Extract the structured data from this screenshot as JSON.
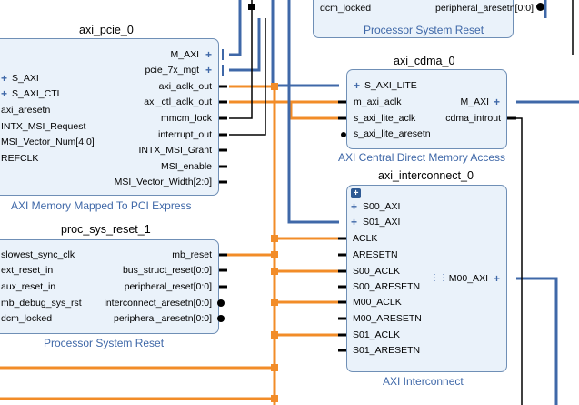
{
  "colors": {
    "block_fill": "#eaf2fa",
    "block_border": "#6f8fb6",
    "bus_wire": "#3f68a8",
    "clock_wire": "#f28c28",
    "net_wire": "#000000"
  },
  "top_block": {
    "title": "Processor System Reset",
    "ports": [
      "dcm_locked",
      "peripheral_aresetn[0:0]"
    ]
  },
  "pcie": {
    "instance": "axi_pcie_0",
    "title": "AXI Memory Mapped To PCI Express",
    "left_ports": [
      "S_AXI",
      "S_AXI_CTL",
      "axi_aresetn",
      "INTX_MSI_Request",
      "MSI_Vector_Num[4:0]",
      "REFCLK"
    ],
    "right_ports": [
      "M_AXI",
      "pcie_7x_mgt",
      "axi_aclk_out",
      "axi_ctl_aclk_out",
      "mmcm_lock",
      "interrupt_out",
      "INTX_MSI_Grant",
      "MSI_enable",
      "MSI_Vector_Width[2:0]"
    ]
  },
  "cdma": {
    "instance": "axi_cdma_0",
    "title": "AXI Central Direct Memory Access",
    "left_ports": [
      "S_AXI_LITE",
      "m_axi_aclk",
      "s_axi_lite_aclk",
      "s_axi_lite_aresetn"
    ],
    "right_ports": [
      "M_AXI",
      "cdma_introut"
    ]
  },
  "reset": {
    "instance": "proc_sys_reset_1",
    "title": "Processor System Reset",
    "left_ports": [
      "slowest_sync_clk",
      "ext_reset_in",
      "aux_reset_in",
      "mb_debug_sys_rst",
      "dcm_locked"
    ],
    "right_ports": [
      "mb_reset",
      "bus_struct_reset[0:0]",
      "peripheral_reset[0:0]",
      "interconnect_aresetn[0:0]",
      "peripheral_aresetn[0:0]"
    ]
  },
  "interconnect": {
    "instance": "axi_interconnect_0",
    "title": "AXI Interconnect",
    "left_ports": [
      "S00_AXI",
      "S01_AXI",
      "ACLK",
      "ARESETN",
      "S00_ACLK",
      "S00_ARESETN",
      "M00_ACLK",
      "M00_ARESETN",
      "S01_ACLK",
      "S01_ARESETN"
    ],
    "right_ports": [
      "M00_AXI"
    ]
  }
}
